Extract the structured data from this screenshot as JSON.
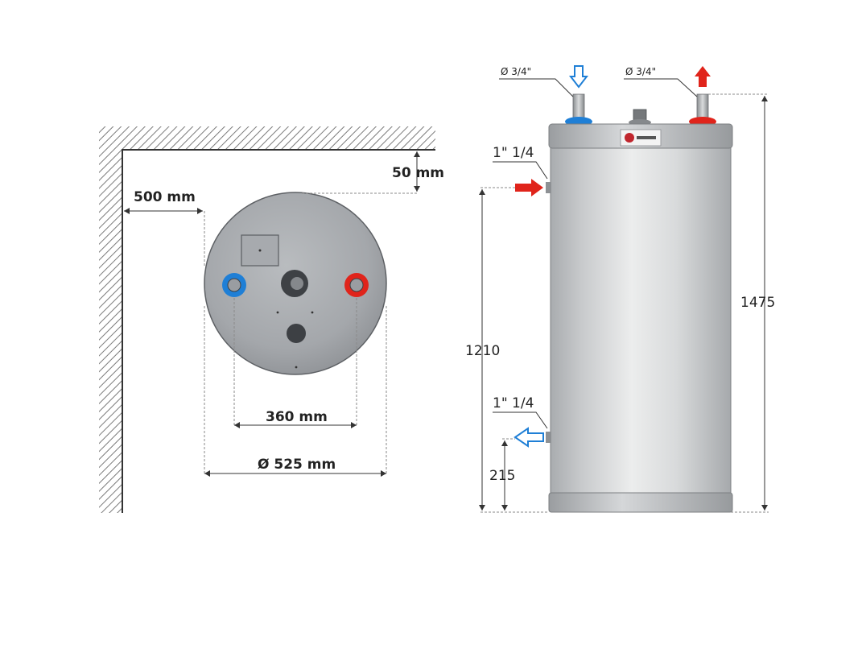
{
  "top_view": {
    "wall_distance": "500 mm",
    "back_distance": "50 mm",
    "connection_spacing": "360 mm",
    "diameter": "Ø 525 mm"
  },
  "side_view": {
    "cold_inlet_size": "Ø 3/4\"",
    "hot_outlet_size": "Ø 3/4\"",
    "primary_inlet_size": "1\" 1/4",
    "primary_outlet_size": "1\" 1/4",
    "total_height": "1475",
    "primary_inlet_height": "1210",
    "primary_outlet_height": "215"
  },
  "colors": {
    "cold": "#1f7fd6",
    "hot": "#e0241b",
    "tank": "#d7d9db"
  },
  "icons": {
    "cold_arrow": "arrow-down-outline-icon",
    "hot_arrow": "arrow-up-filled-icon",
    "primary_in_arrow": "arrow-right-filled-icon",
    "primary_out_arrow": "arrow-left-outline-icon"
  }
}
